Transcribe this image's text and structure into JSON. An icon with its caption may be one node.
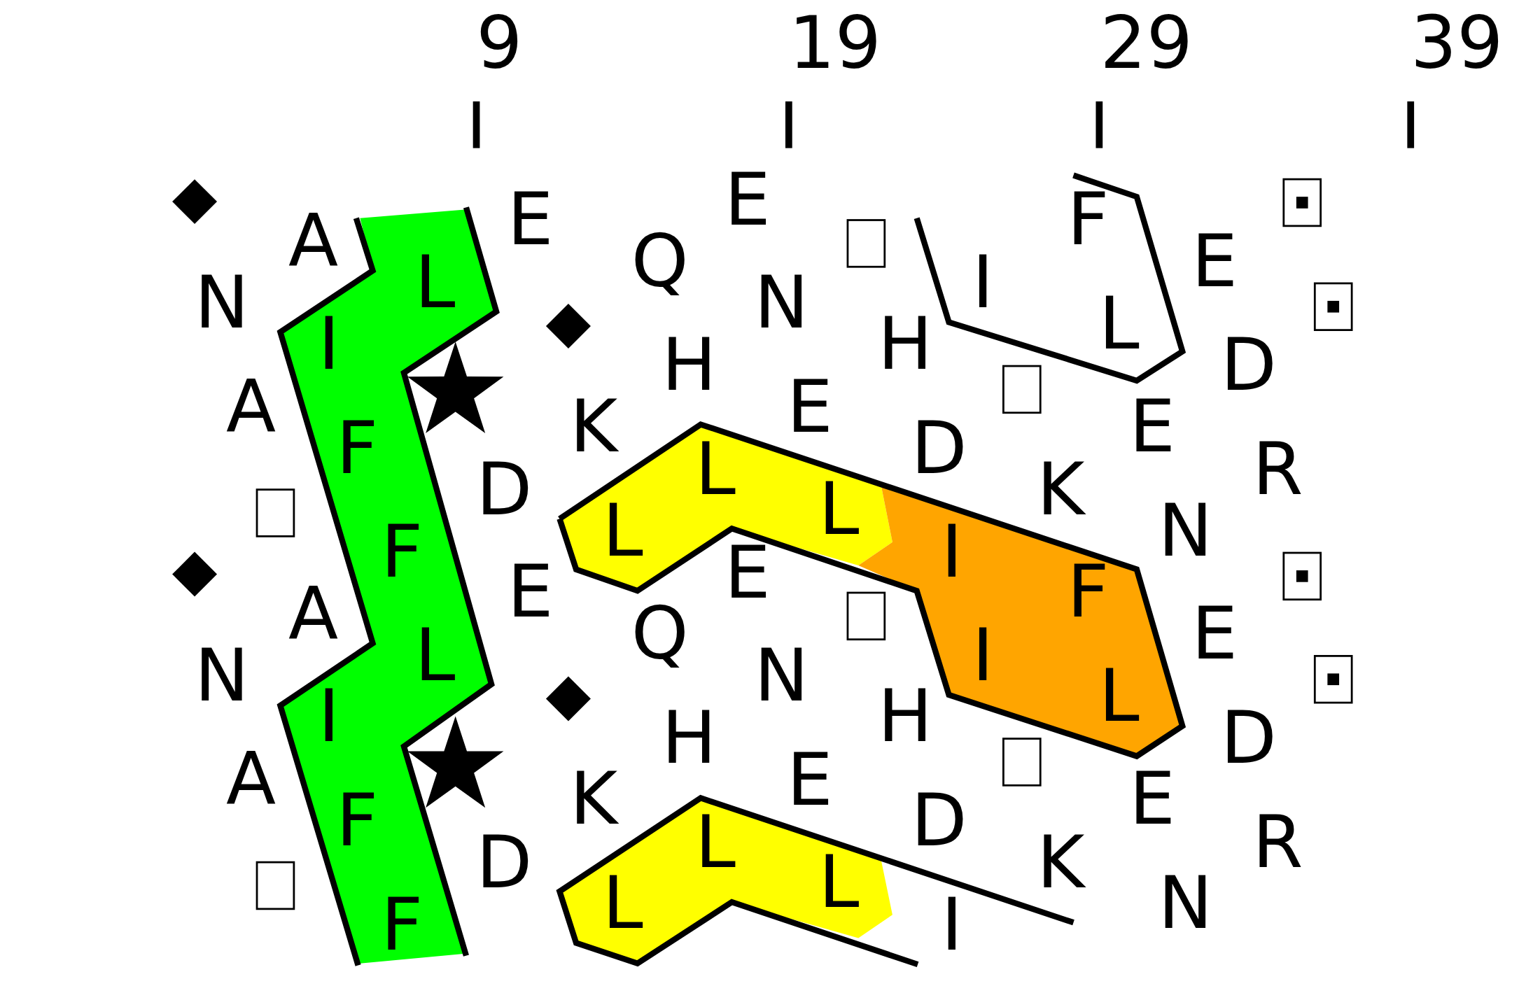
{
  "diagram": {
    "labels": [
      "9",
      "19",
      "29",
      "39",
      "E",
      "E",
      "F",
      "A",
      "Q",
      "E",
      "L",
      "I",
      "N",
      "N",
      "L",
      "I",
      "H",
      "H",
      "D",
      "A",
      "E",
      "K",
      "E",
      "F",
      "D",
      "L",
      "R",
      "D",
      "K",
      "L",
      "L",
      "N",
      "F",
      "I",
      "E",
      "E",
      "F",
      "A",
      "Q",
      "E",
      "L",
      "I",
      "N",
      "N",
      "L",
      "I",
      "H",
      "H",
      "D",
      "A",
      "E",
      "K",
      "E",
      "F",
      "D",
      "L",
      "R",
      "D",
      "K",
      "L",
      "L",
      "N",
      "F",
      "I"
    ]
  }
}
